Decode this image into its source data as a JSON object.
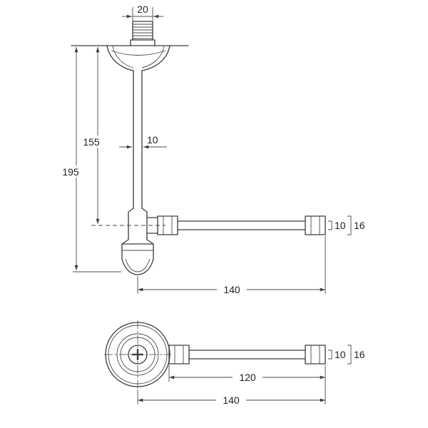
{
  "front_view": {
    "inlet_width": "20",
    "tailpipe_dia": "10",
    "height_to_outlet": "155",
    "overall_height": "195",
    "outlet_pipe_dia": "10",
    "outlet_nut_dia": "16",
    "outlet_length": "140"
  },
  "plan_view": {
    "outlet_pipe_dia": "10",
    "outlet_nut_dia": "16",
    "pipe_length": "120",
    "overall_length": "140"
  }
}
